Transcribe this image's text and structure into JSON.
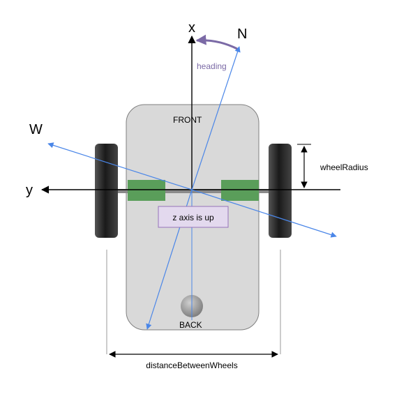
{
  "diagram": {
    "axes": {
      "x_label": "x",
      "y_label": "y",
      "north_label": "N",
      "west_label": "W",
      "heading_label": "heading"
    },
    "robot": {
      "front_label": "FRONT",
      "back_label": "BACK",
      "z_note": "z axis is up"
    },
    "dimensions": {
      "wheel_radius_label": "wheelRadius",
      "wheel_distance_label": "distanceBetweenWheels"
    },
    "colors": {
      "body_fill": "#d9d9d9",
      "body_stroke": "#7f7f7f",
      "wheel": "#2b2b2b",
      "motor": "#5a9e5a",
      "compass_line": "#4a86e8",
      "heading_arc": "#7b6aa6",
      "z_box_fill": "#e3d9ee",
      "z_box_stroke": "#9673b9"
    }
  }
}
